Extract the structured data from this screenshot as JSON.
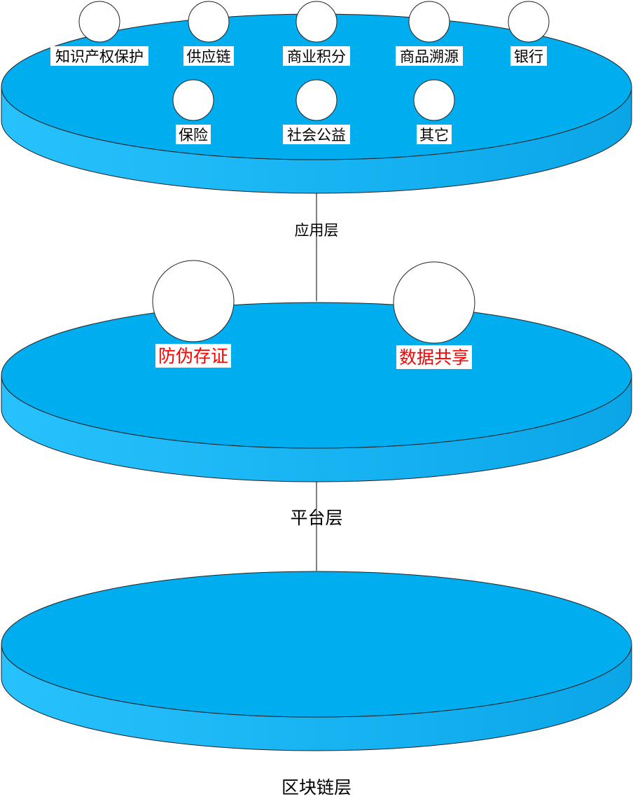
{
  "colors": {
    "disk_top": "#00aef0",
    "disk_side_light": "#27c2fd",
    "disk_side_dark": "#0aa6e8",
    "outline": "#222222",
    "connector": "#000000",
    "node_fill": "#ffffff",
    "label_default": "#000000",
    "label_highlight": "#ff0000"
  },
  "layers": {
    "application": {
      "label": "应用层",
      "nodes": [
        "知识产权保护",
        "供应链",
        "商业积分",
        "商品溯源",
        "银行",
        "保险",
        "社会公益",
        "其它"
      ]
    },
    "platform": {
      "label": "平台层",
      "nodes": [
        "防伪存证",
        "数据共享"
      ]
    },
    "blockchain": {
      "label": "区块链层",
      "nodes": []
    }
  }
}
